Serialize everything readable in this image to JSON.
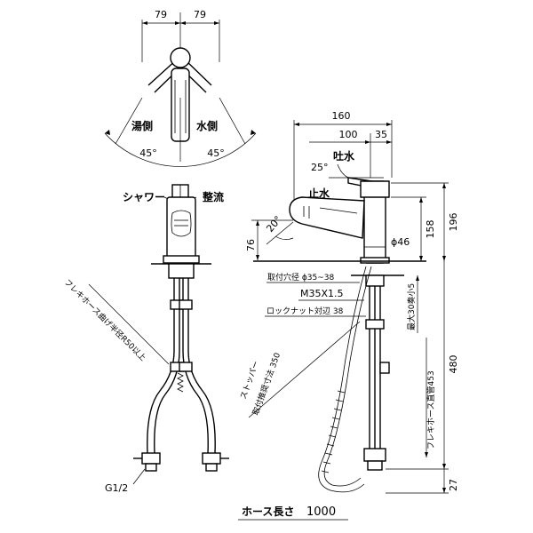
{
  "top_view": {
    "dim_left": "79",
    "dim_right": "79",
    "hot_side": "湯側",
    "cold_side": "水側",
    "angle_left": "45°",
    "angle_right": "45°"
  },
  "front_view": {
    "shower": "シャワー",
    "spray": "整流",
    "hose_bend": "フレキホース曲げ半径R50以上",
    "thread": "G1/2"
  },
  "side_view": {
    "dim_160": "160",
    "dim_100": "100",
    "dim_35": "35",
    "angle_25": "25°",
    "spout": "吐水",
    "stop": "止水",
    "angle_20": "20°",
    "dim_76": "76",
    "dim_158": "158",
    "dim_196": "196",
    "dia_46": "ϕ46",
    "mount_hole": "取付穴径 ϕ35~38",
    "thread_m35": "M35X1.5",
    "lock_nut": "ロックナット対辺 38",
    "max_thickness": "最大30奏小5",
    "flex_hose": "フレキホース直管453",
    "dim_480": "480",
    "dim_27": "27",
    "stopper": "ストッパー",
    "stopper_dim": "取付推奨寸法 350"
  },
  "footer": {
    "hose_length_label": "ホース長さ",
    "hose_length_value": "1000"
  }
}
